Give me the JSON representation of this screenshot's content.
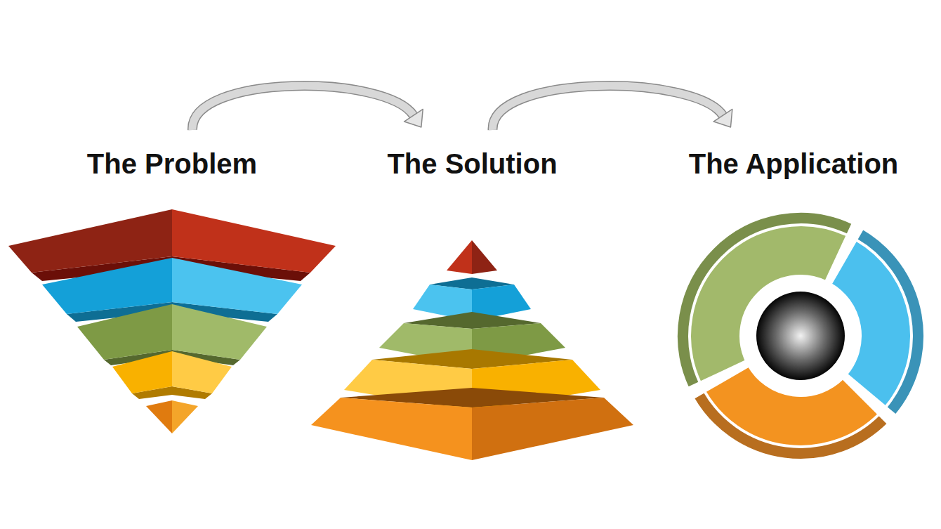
{
  "diagram": {
    "nodes": [
      {
        "text": [
          "The Problem"
        ]
      },
      {
        "text": [
          "The Solution"
        ]
      },
      {
        "text": [
          "The Application"
        ]
      }
    ],
    "edges": [
      {
        "from": 0,
        "to": 1,
        "arrow": "to"
      },
      {
        "from": 1,
        "to": 2,
        "arrow": "to"
      }
    ]
  }
}
